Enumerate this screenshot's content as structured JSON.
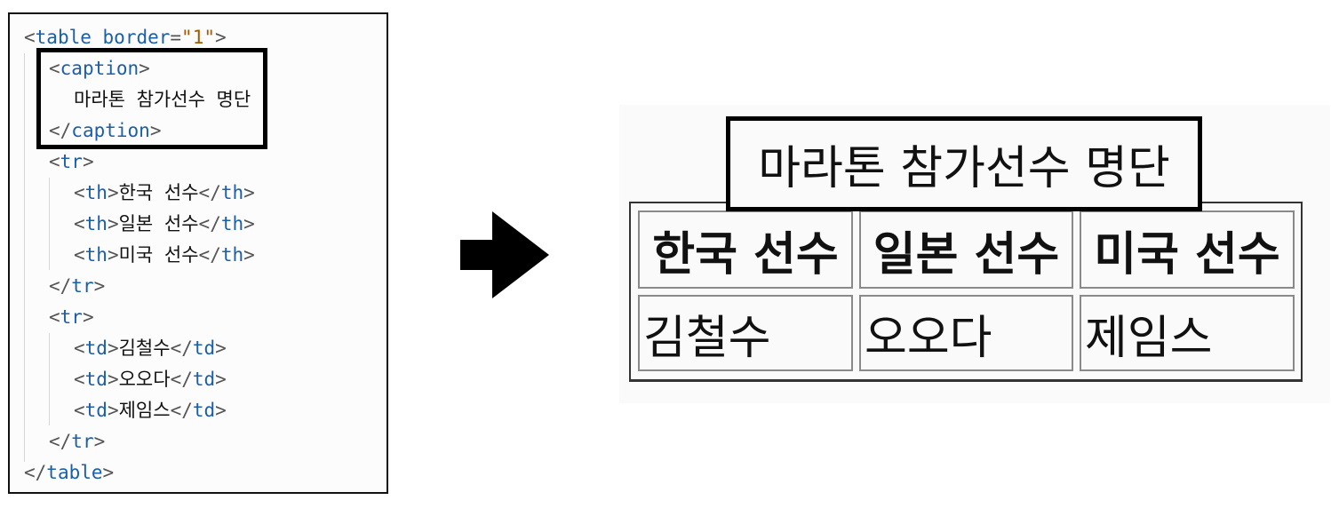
{
  "code": {
    "table_open": {
      "tag": "table",
      "attr": "border",
      "value": "\"1\""
    },
    "caption_open": "caption",
    "caption_text": "마라톤 참가선수 명단",
    "caption_close": "caption",
    "tr": "tr",
    "th": "th",
    "td": "td",
    "table_close": "table",
    "header_cells": [
      "한국 선수",
      "일본 선수",
      "미국 선수"
    ],
    "data_cells": [
      "김철수",
      "오오다",
      "제임스"
    ]
  },
  "result": {
    "caption": "마라톤 참가선수 명단",
    "headers": [
      "한국 선수",
      "일본 선수",
      "미국 선수"
    ],
    "row": [
      "김철수",
      "오오다",
      "제임스"
    ]
  },
  "arrow_icon": "right-arrow-icon"
}
